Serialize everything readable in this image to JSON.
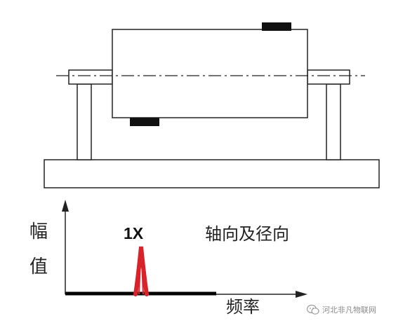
{
  "chart_data": {
    "type": "line",
    "x": [],
    "series": [],
    "peak_label": "1X",
    "description": "轴向及径向",
    "xlabel": "频率",
    "ylabel": "幅值"
  },
  "labels": {
    "peak": "1X",
    "vibration_direction": "轴向及径向",
    "x_axis": "频率",
    "y_axis_top": "幅",
    "y_axis_bottom": "值"
  },
  "watermark": {
    "text": "河北非凡物联网",
    "icon": "wechat-icon"
  },
  "colors": {
    "peak": "#d8232a",
    "line": "#000000",
    "stroke": "#222222",
    "mass": "#111111"
  }
}
